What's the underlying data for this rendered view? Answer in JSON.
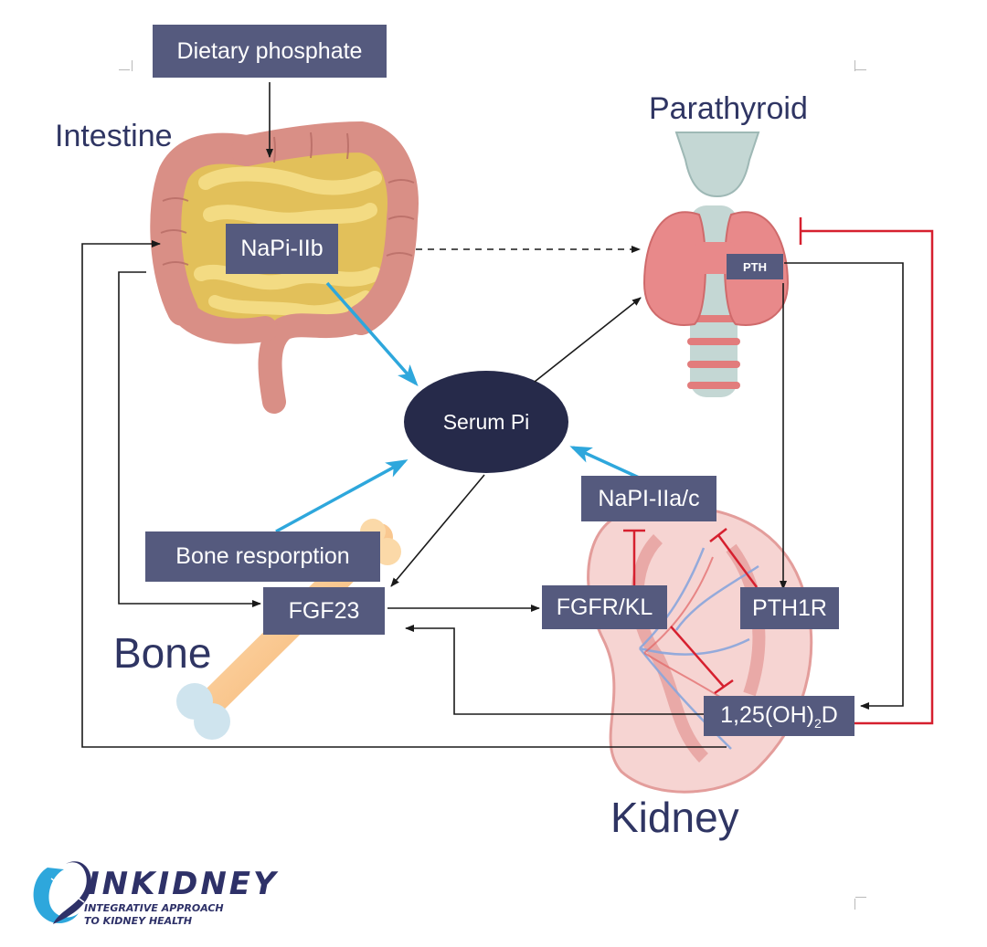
{
  "organs": {
    "intestine": "Intestine",
    "parathyroid": "Parathyroid",
    "bone": "Bone",
    "kidney": "Kidney"
  },
  "nodes": {
    "dietary_phosphate": "Dietary phosphate",
    "napi_iib": "NaPi-IIb",
    "serum_pi": "Serum Pi",
    "pth": "PTH",
    "napi_iiac": "NaPI-IIa/c",
    "bone_resorption": "Bone resporption",
    "fgf23": "FGF23",
    "fgfr_kl": "FGFR/KL",
    "pth1r": "PTH1R",
    "calcitriol": {
      "prefix": "1,25(OH)",
      "sub": "2",
      "suffix": "D"
    }
  },
  "logo": {
    "name": "INKIDNEY",
    "tagline_line1": "INTEGRATIVE APPROACH",
    "tagline_line2": "TO KIDNEY HEALTH"
  },
  "colors": {
    "node_fill": "#555a7e",
    "serum_fill": "#262a4a",
    "label_text": "#2f3563",
    "stimulate_arrow": "#1a1a1a",
    "phosphate_flow": "#2ea7dc",
    "inhibition": "#d6202f"
  }
}
